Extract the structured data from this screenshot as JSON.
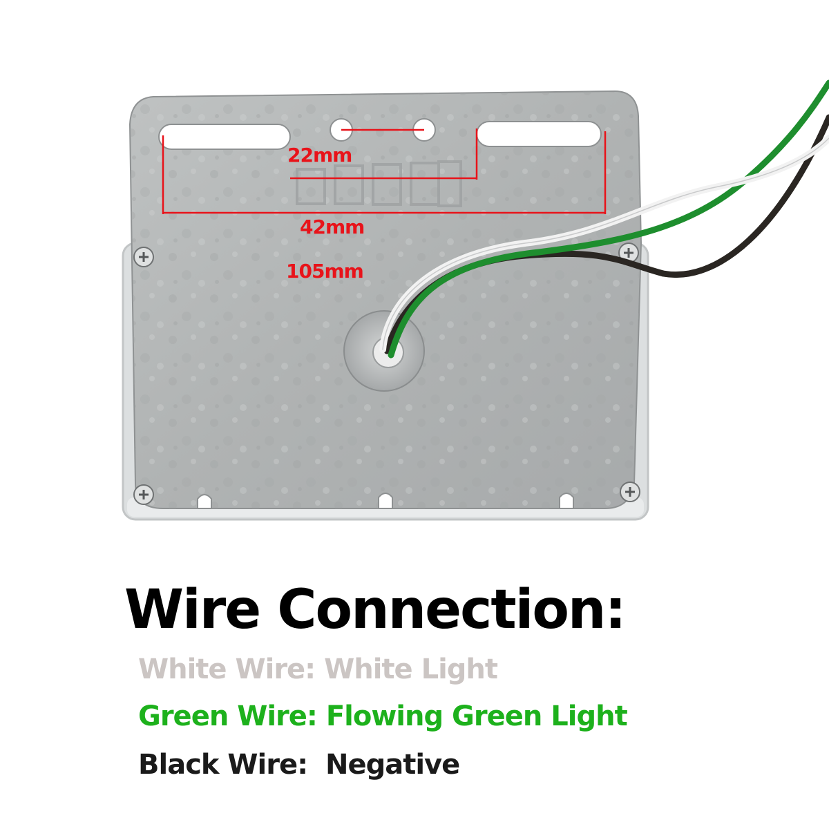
{
  "dimensions": {
    "d22": "22mm",
    "d42": "42mm",
    "d105": "105mm"
  },
  "heading": "Wire Connection:",
  "legend": [
    {
      "text": "White Wire: White Light",
      "color": "#cbc5c3"
    },
    {
      "text": "Green Wire: Flowing Green Light",
      "color": "#1db11c"
    },
    {
      "text": "Black Wire:  Negative",
      "color": "#1a1a1a"
    }
  ],
  "colors": {
    "dimension_red": "#e8131a",
    "plate_gray": "#b3b6b6",
    "wire_white": "#f2f2f2",
    "wire_green": "#1e8e2e",
    "wire_black": "#2a2622"
  }
}
